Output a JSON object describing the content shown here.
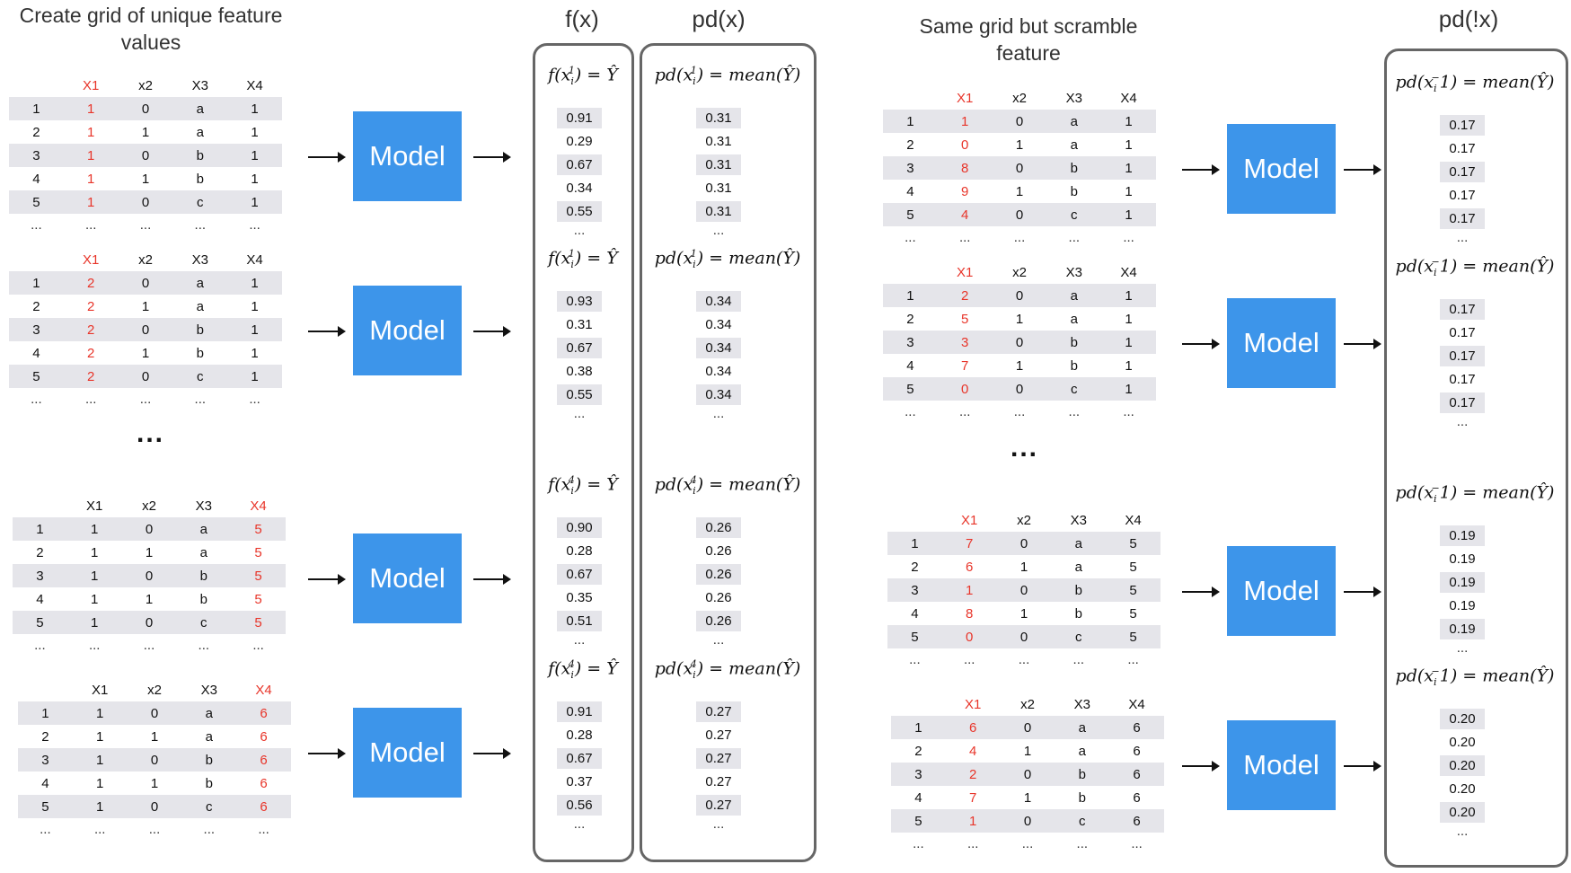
{
  "titles": {
    "left": "Create grid of unique feature values",
    "right": "Same grid but scramble feature",
    "fx": "f(x)",
    "pdx": "pd(x)",
    "pdnotx": "pd(!x)"
  },
  "model_label": "Model",
  "ellipsis": "...",
  "cell_ellipsis": "...",
  "columns": [
    "",
    "X1",
    "x2",
    "X3",
    "X4"
  ],
  "left_grids": [
    {
      "red_col": 1,
      "rows": [
        [
          "1",
          "1",
          "0",
          "a",
          "1"
        ],
        [
          "2",
          "1",
          "1",
          "a",
          "1"
        ],
        [
          "3",
          "1",
          "0",
          "b",
          "1"
        ],
        [
          "4",
          "1",
          "1",
          "b",
          "1"
        ],
        [
          "5",
          "1",
          "0",
          "c",
          "1"
        ]
      ]
    },
    {
      "red_col": 1,
      "rows": [
        [
          "1",
          "2",
          "0",
          "a",
          "1"
        ],
        [
          "2",
          "2",
          "1",
          "a",
          "1"
        ],
        [
          "3",
          "2",
          "0",
          "b",
          "1"
        ],
        [
          "4",
          "2",
          "1",
          "b",
          "1"
        ],
        [
          "5",
          "2",
          "0",
          "c",
          "1"
        ]
      ]
    },
    {
      "red_col": 4,
      "rows": [
        [
          "1",
          "1",
          "0",
          "a",
          "5"
        ],
        [
          "2",
          "1",
          "1",
          "a",
          "5"
        ],
        [
          "3",
          "1",
          "0",
          "b",
          "5"
        ],
        [
          "4",
          "1",
          "1",
          "b",
          "5"
        ],
        [
          "5",
          "1",
          "0",
          "c",
          "5"
        ]
      ]
    },
    {
      "red_col": 4,
      "rows": [
        [
          "1",
          "1",
          "0",
          "a",
          "6"
        ],
        [
          "2",
          "1",
          "1",
          "a",
          "6"
        ],
        [
          "3",
          "1",
          "0",
          "b",
          "6"
        ],
        [
          "4",
          "1",
          "1",
          "b",
          "6"
        ],
        [
          "5",
          "1",
          "0",
          "c",
          "6"
        ]
      ]
    }
  ],
  "right_grids": [
    {
      "red_col": 1,
      "rows": [
        [
          "1",
          "1",
          "0",
          "a",
          "1"
        ],
        [
          "2",
          "0",
          "1",
          "a",
          "1"
        ],
        [
          "3",
          "8",
          "0",
          "b",
          "1"
        ],
        [
          "4",
          "9",
          "1",
          "b",
          "1"
        ],
        [
          "5",
          "4",
          "0",
          "c",
          "1"
        ]
      ]
    },
    {
      "red_col": 1,
      "rows": [
        [
          "1",
          "2",
          "0",
          "a",
          "1"
        ],
        [
          "2",
          "5",
          "1",
          "a",
          "1"
        ],
        [
          "3",
          "3",
          "0",
          "b",
          "1"
        ],
        [
          "4",
          "7",
          "1",
          "b",
          "1"
        ],
        [
          "5",
          "0",
          "0",
          "c",
          "1"
        ]
      ]
    },
    {
      "red_col": 1,
      "rows": [
        [
          "1",
          "7",
          "0",
          "a",
          "5"
        ],
        [
          "2",
          "6",
          "1",
          "a",
          "5"
        ],
        [
          "3",
          "1",
          "0",
          "b",
          "5"
        ],
        [
          "4",
          "8",
          "1",
          "b",
          "5"
        ],
        [
          "5",
          "0",
          "0",
          "c",
          "5"
        ]
      ]
    },
    {
      "red_col": 1,
      "rows": [
        [
          "1",
          "6",
          "0",
          "a",
          "6"
        ],
        [
          "2",
          "4",
          "1",
          "a",
          "6"
        ],
        [
          "3",
          "2",
          "0",
          "b",
          "6"
        ],
        [
          "4",
          "7",
          "1",
          "b",
          "6"
        ],
        [
          "5",
          "1",
          "0",
          "c",
          "6"
        ]
      ]
    }
  ],
  "fx_blocks": [
    {
      "sup": "1",
      "values": [
        "0.91",
        "0.29",
        "0.67",
        "0.34",
        "0.55"
      ]
    },
    {
      "sup": "1",
      "values": [
        "0.93",
        "0.31",
        "0.67",
        "0.38",
        "0.55"
      ]
    },
    {
      "sup": "4",
      "values": [
        "0.90",
        "0.28",
        "0.67",
        "0.35",
        "0.51"
      ]
    },
    {
      "sup": "4",
      "values": [
        "0.91",
        "0.28",
        "0.67",
        "0.37",
        "0.56"
      ]
    }
  ],
  "pdx_blocks": [
    {
      "sup": "1",
      "values": [
        "0.31",
        "0.31",
        "0.31",
        "0.31",
        "0.31"
      ]
    },
    {
      "sup": "1",
      "values": [
        "0.34",
        "0.34",
        "0.34",
        "0.34",
        "0.34"
      ]
    },
    {
      "sup": "4",
      "values": [
        "0.26",
        "0.26",
        "0.26",
        "0.26",
        "0.26"
      ]
    },
    {
      "sup": "4",
      "values": [
        "0.27",
        "0.27",
        "0.27",
        "0.27",
        "0.27"
      ]
    }
  ],
  "pdnotx_blocks": [
    {
      "sup": "−",
      "values": [
        "0.17",
        "0.17",
        "0.17",
        "0.17",
        "0.17"
      ]
    },
    {
      "sup": "−",
      "values": [
        "0.17",
        "0.17",
        "0.17",
        "0.17",
        "0.17"
      ]
    },
    {
      "sup": "−",
      "values": [
        "0.19",
        "0.19",
        "0.19",
        "0.19",
        "0.19"
      ]
    },
    {
      "sup": "−",
      "values": [
        "0.20",
        "0.20",
        "0.20",
        "0.20",
        "0.20"
      ]
    }
  ],
  "formula_parts": {
    "f_prefix": "f(",
    "f_suffix": ") = Ŷ",
    "pd_prefix": "pd(",
    "pd_suffix": ") = mean(Ŷ)",
    "pdnot_suffix": "1) = mean(Ŷ)",
    "x": "x",
    "i": "i"
  }
}
